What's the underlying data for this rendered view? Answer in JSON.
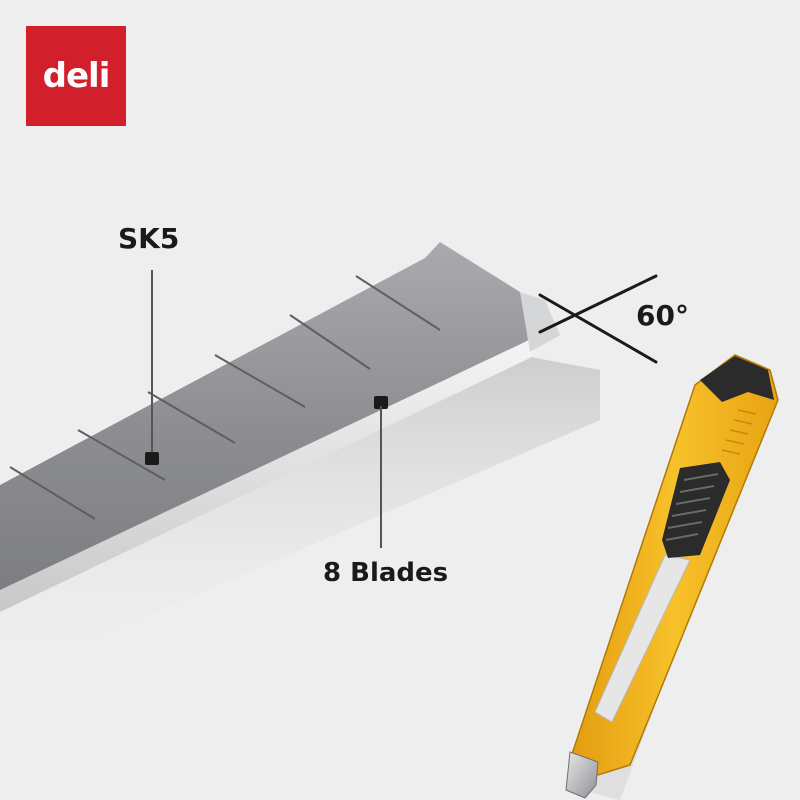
{
  "brand": {
    "logo_text": "deli",
    "logo_color": "#d11f2c"
  },
  "labels": {
    "material": "SK5",
    "angle": "60°",
    "blade_count": "8 Blades"
  },
  "colors": {
    "background": "#eeeeee",
    "blade": "#8e8f92",
    "knife_body": "#f2b51e",
    "knife_grip": "#2b2b2b"
  }
}
